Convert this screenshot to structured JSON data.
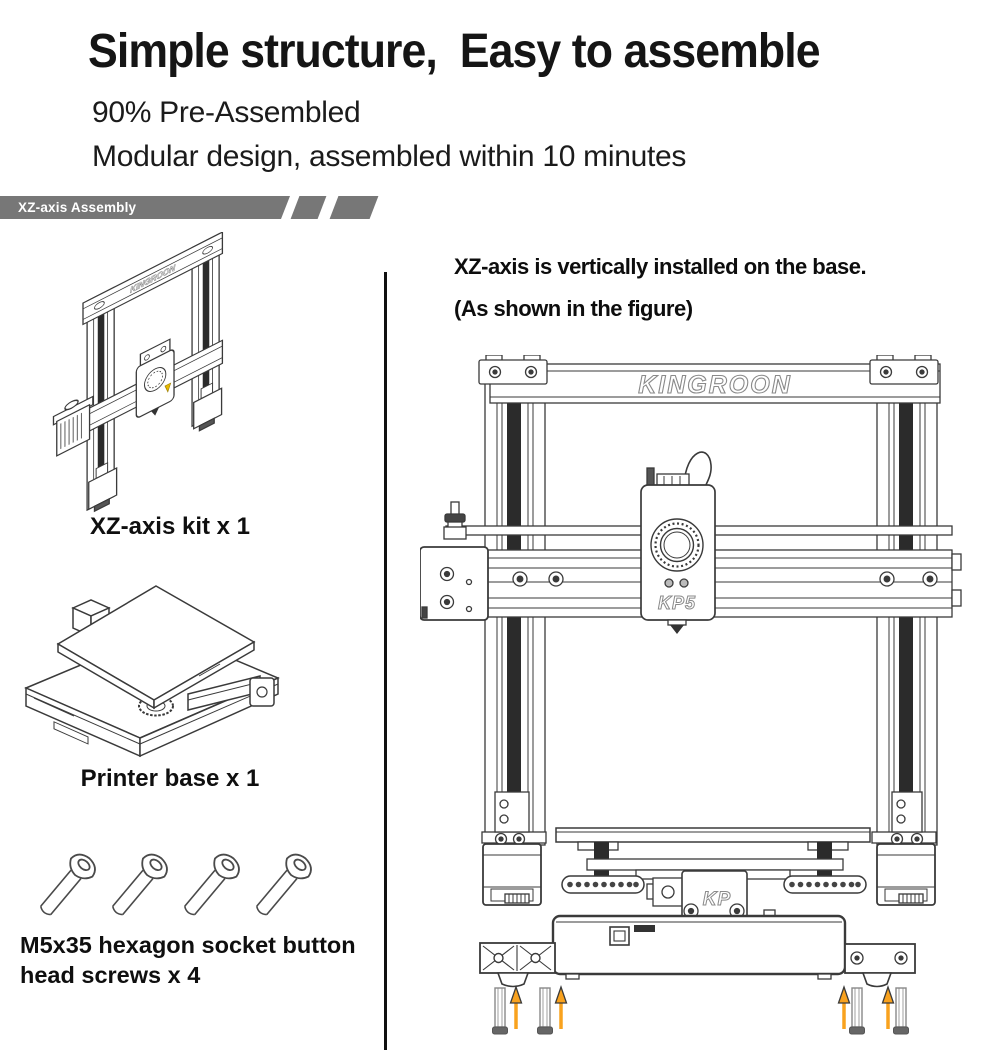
{
  "header": {
    "title": "Simple structure,  Easy to assemble",
    "subtitle_1": "90% Pre-Assembled",
    "subtitle_2": "Modular design, assembled within 10 minutes"
  },
  "section_banner": {
    "label": "XZ-axis Assembly"
  },
  "parts": {
    "xz_kit": {
      "label": "XZ-axis kit  x 1"
    },
    "printer_base": {
      "label": "Printer base x 1"
    },
    "screws": {
      "label": "M5x35 hexagon socket button head screws x 4"
    }
  },
  "instruction": {
    "line1": "XZ-axis is vertically installed on the base.",
    "line2": "(As shown in the figure)"
  },
  "printer": {
    "brand_logo": "KINGROON",
    "model_logo": "KP5",
    "carriage_logo": "KP"
  },
  "colors": {
    "banner_gray": "#777777",
    "arrow_orange": "#F9A21E",
    "line_dark": "#3a3a3a",
    "screw_gray": "#888888"
  }
}
